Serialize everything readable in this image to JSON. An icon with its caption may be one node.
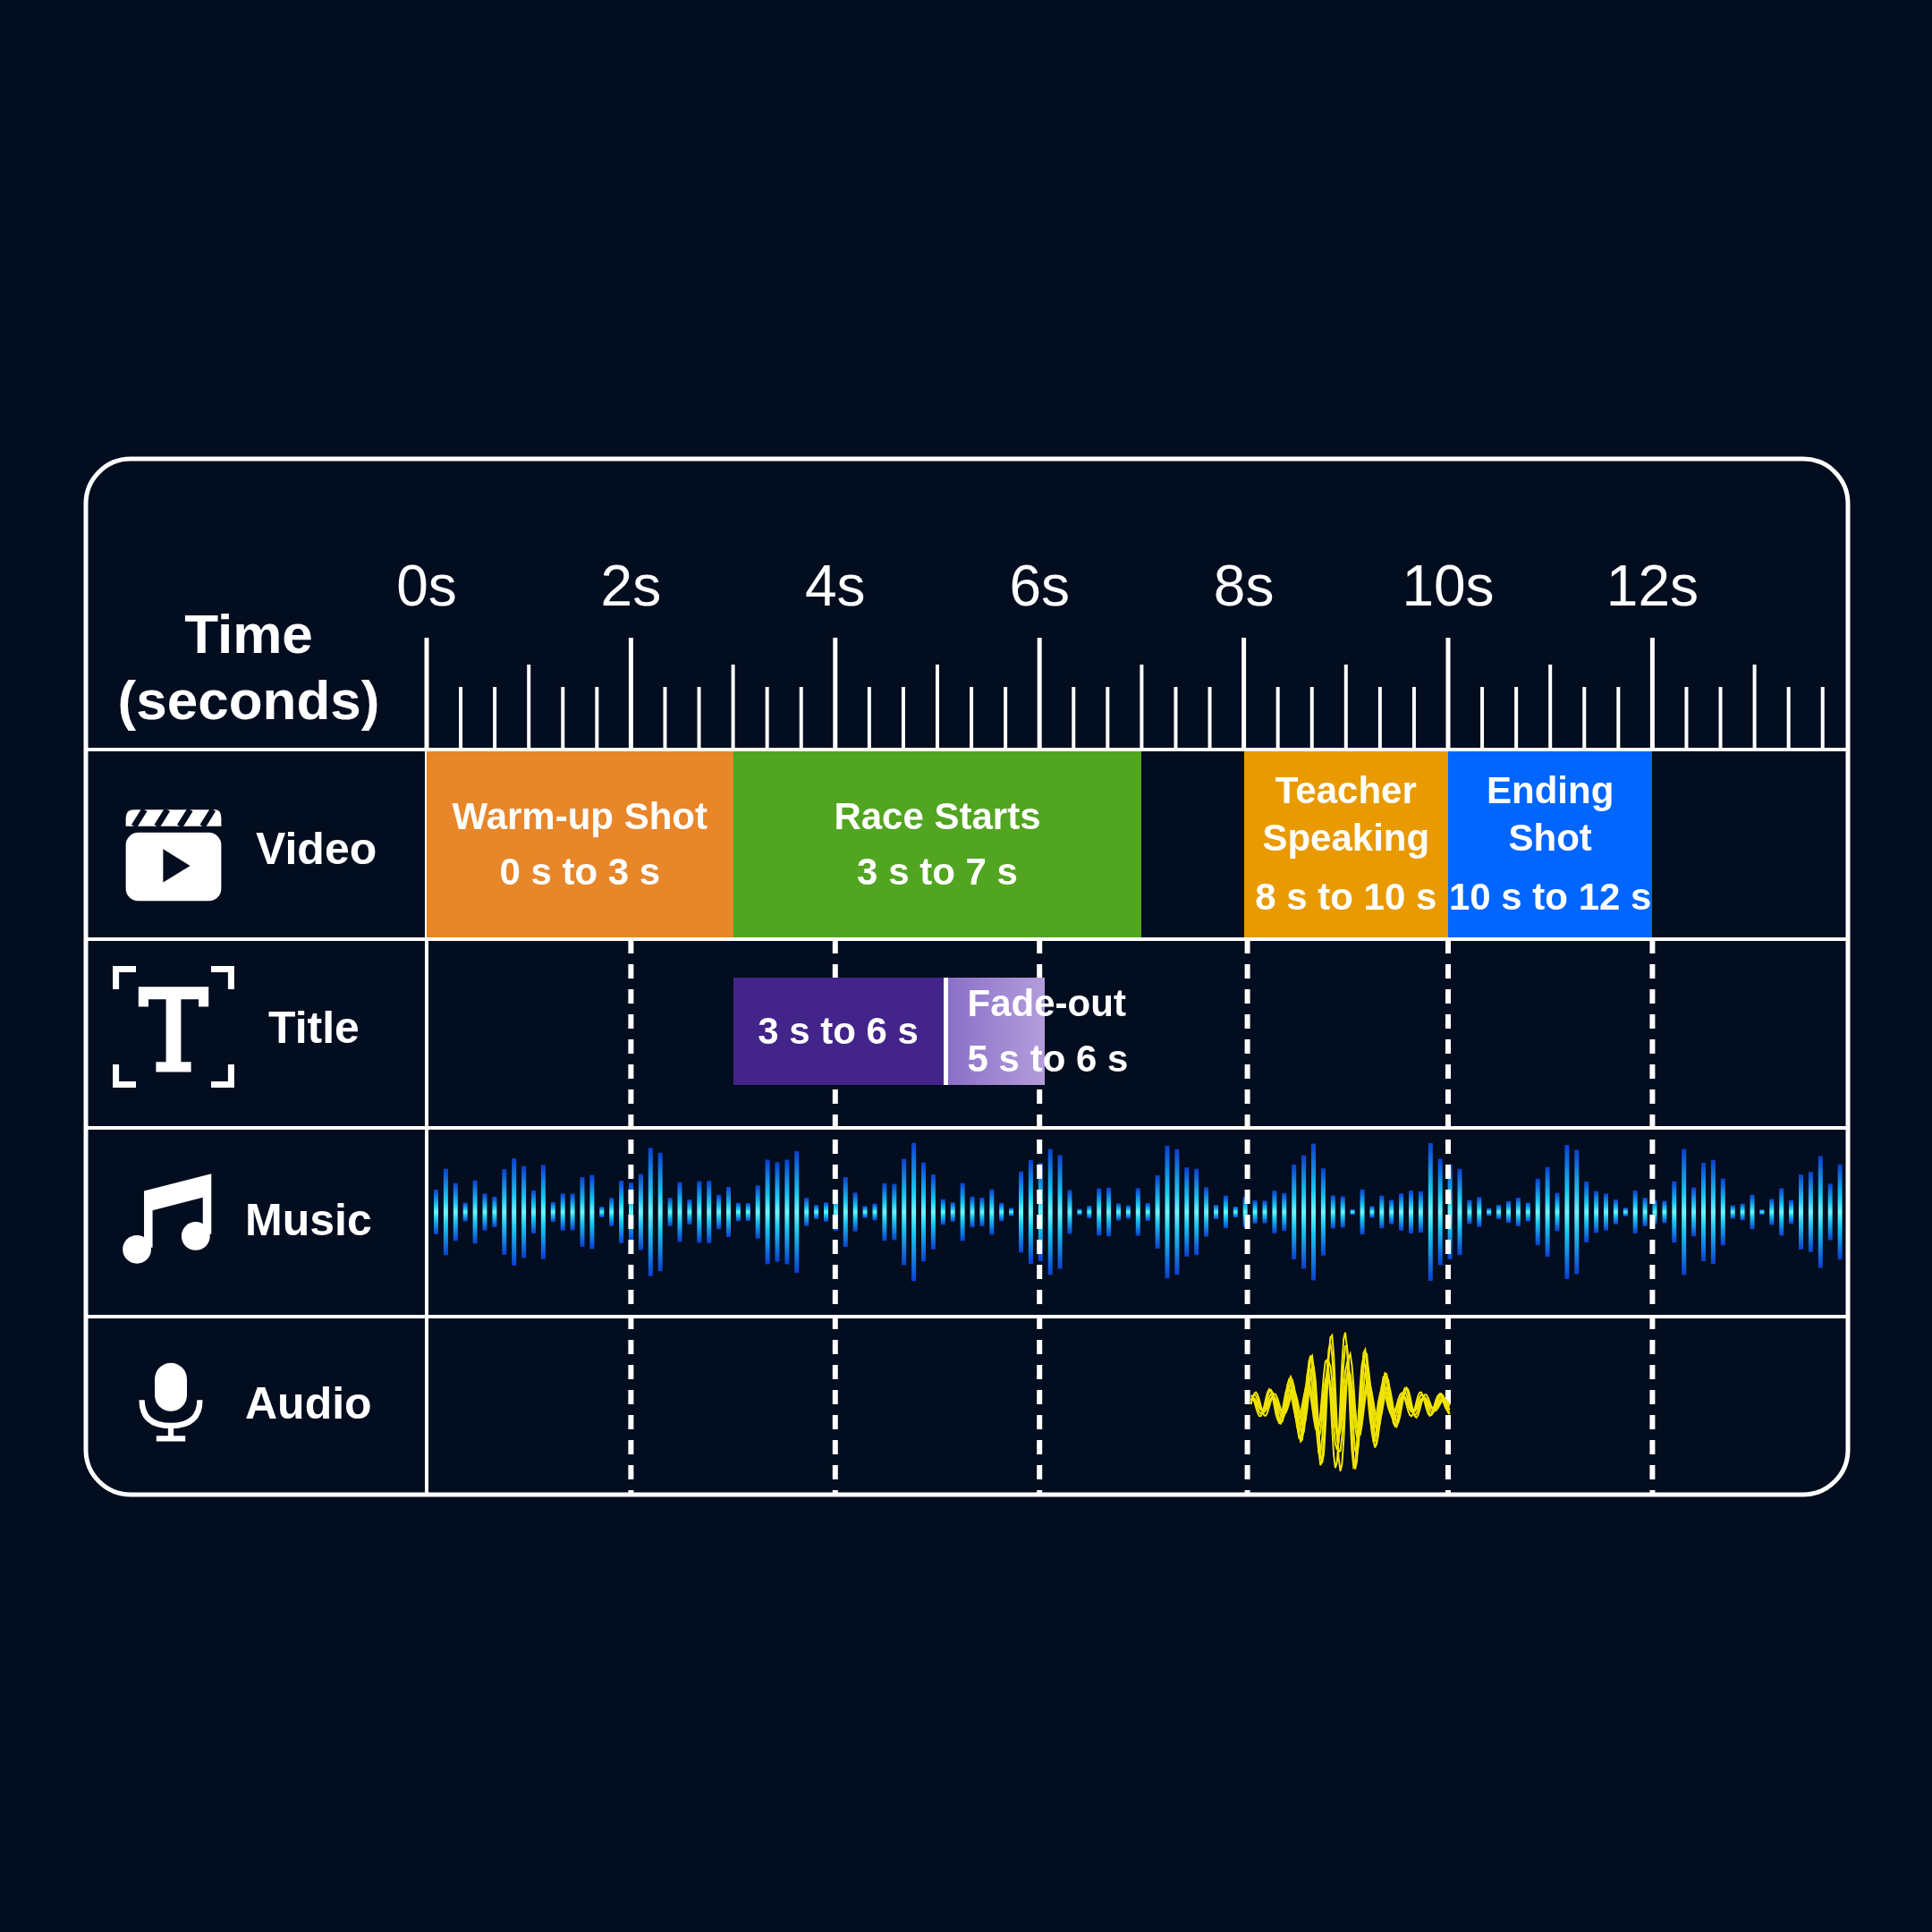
{
  "diagram": {
    "nodes": [
      {
        "text": [
          "Warm-up Shot",
          "0 s to 3 s"
        ]
      },
      {
        "text": [
          "Race Starts",
          "3 s to 7 s"
        ]
      },
      {
        "text": [
          "Teacher Speaking",
          "8 s to 10 s"
        ]
      },
      {
        "text": [
          "Ending Shot",
          "10 s to 12 s"
        ]
      },
      {
        "text": [
          "3 s to 6 s"
        ]
      },
      {
        "text": [
          "Fade-out",
          "5 s to 6 s"
        ]
      }
    ],
    "edges": [],
    "labels": [
      "Time (seconds)",
      "0s",
      "2s",
      "4s",
      "6s",
      "8s",
      "10s",
      "12s",
      "Video",
      "Title",
      "Music",
      "Audio"
    ]
  }
}
